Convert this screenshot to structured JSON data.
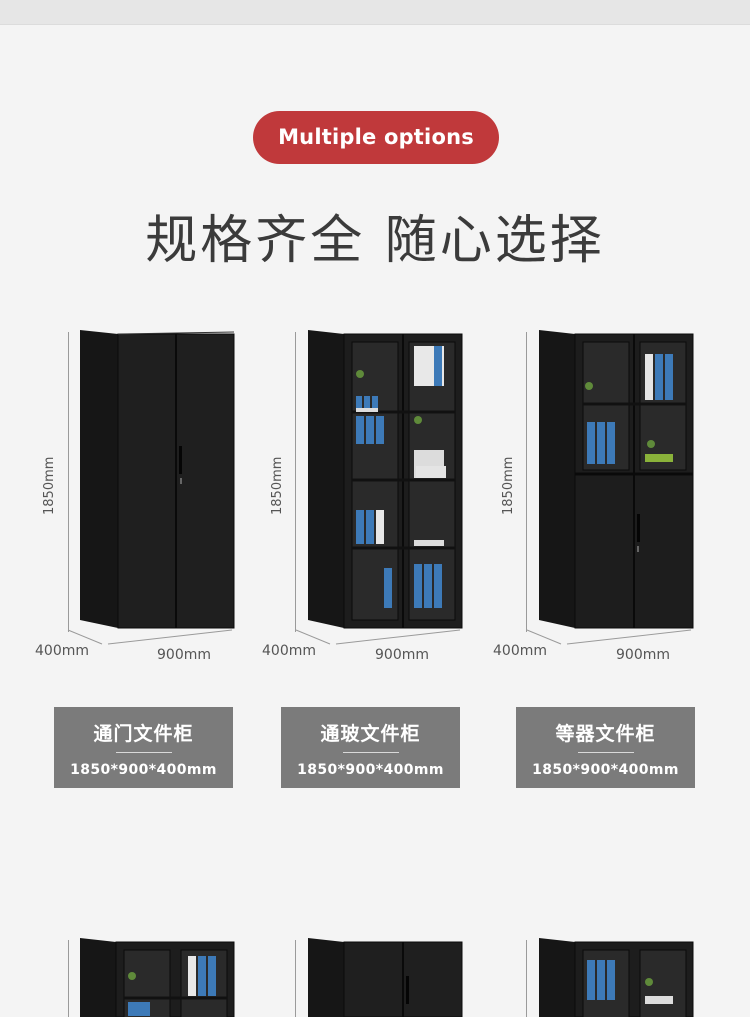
{
  "banner": {
    "text": "Multiple options"
  },
  "headline": "规格齐全  随心选择",
  "products": [
    {
      "name": "通门文件柜",
      "spec": "1850*900*400mm",
      "height": "1850mm",
      "depth": "400mm",
      "width": "900mm"
    },
    {
      "name": "通玻文件柜",
      "spec": "1850*900*400mm",
      "height": "1850mm",
      "depth": "400mm",
      "width": "900mm"
    },
    {
      "name": "等器文件柜",
      "spec": "1850*900*400mm",
      "height": "1850mm",
      "depth": "400mm",
      "width": "900mm"
    }
  ],
  "colors": {
    "accent": "#c0393b",
    "label_bg": "#7b7b7b",
    "cabinet": "#1c1c1c",
    "background": "#f4f4f4"
  }
}
